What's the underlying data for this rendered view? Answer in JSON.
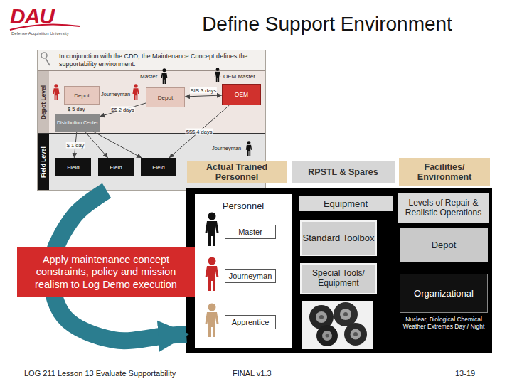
{
  "diagram": {
    "title": "Define Support Environment",
    "nodes": [
      {
        "text": [
          "In conjunction with the CDD, the Maintenance Concept defines the supportability environment."
        ]
      },
      {
        "text": [
          "Depot Level"
        ],
        "in": 0
      },
      {
        "text": [
          "Depot"
        ],
        "in": 1
      },
      {
        "text": [
          "Depot"
        ],
        "in": 1
      },
      {
        "text": [
          "OEM"
        ],
        "in": 1
      },
      {
        "text": [
          "Distribution Center"
        ],
        "in": 1
      },
      {
        "text": [
          "Field Level"
        ],
        "in": 0
      },
      {
        "text": [
          "Field"
        ],
        "in": 6
      },
      {
        "text": [
          "Field"
        ],
        "in": 6
      },
      {
        "text": [
          "Field"
        ],
        "in": 6
      },
      {
        "text": [
          "Actual Trained Personnel"
        ]
      },
      {
        "text": [
          "RPSTL & Spares"
        ]
      },
      {
        "text": [
          "Facilities/ Environment"
        ]
      },
      {
        "text": [
          "Personnel"
        ]
      },
      {
        "text": [
          "Master"
        ],
        "in": 13
      },
      {
        "text": [
          "Journeyman"
        ],
        "in": 13
      },
      {
        "text": [
          "Apprentice"
        ],
        "in": 13
      },
      {
        "text": [
          "Equipment"
        ],
        "in": 13
      },
      {
        "text": [
          "Standard Toolbox"
        ],
        "in": 13
      },
      {
        "text": [
          "Special Tools/ Equipment"
        ],
        "in": 13
      },
      {
        "text": [
          "Levels of Repair & Realistic Operations"
        ],
        "in": 13
      },
      {
        "text": [
          "Depot"
        ],
        "in": 13
      },
      {
        "text": [
          "Organizational"
        ],
        "in": 13
      },
      {
        "text": [
          "Apply maintenance concept constraints, policy and mission realism to Log Demo execution"
        ]
      }
    ],
    "edges": [
      {
        "from": 3,
        "to": 4,
        "label": "SIS 3 days",
        "arrow": "both"
      },
      {
        "from": 3,
        "to": 5,
        "label": "$$ 2 days",
        "arrow": "to"
      },
      {
        "from": 4,
        "to": 9,
        "label": "$$$ 4 days",
        "arrow": "to"
      },
      {
        "from": 5,
        "to": 7,
        "label": "$ 1 day",
        "arrow": "to"
      },
      {
        "from": 5,
        "to": 8,
        "arrow": "to"
      },
      {
        "from": 5,
        "to": 9,
        "arrow": "to"
      },
      {
        "from": 0,
        "to": 13,
        "arrow": "to"
      }
    ],
    "labels": [
      "DAU",
      "Defense Acquisition University",
      "Master",
      "OEM Master",
      "Journeyman",
      "Journeyman",
      "$ 5 day",
      "Nuclear, Biological Chemical Weather Extremes Day / Night",
      "LOG 211 Lesson 13 Evaluate Supportability",
      "FINAL v1.3",
      "13-19"
    ]
  }
}
